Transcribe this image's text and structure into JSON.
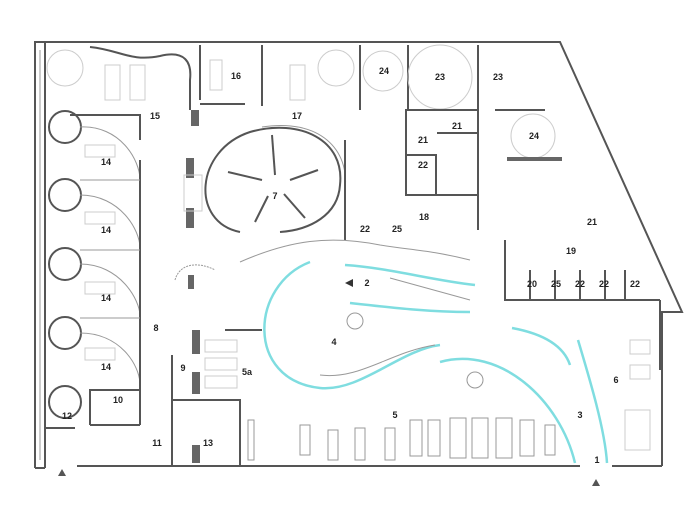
{
  "plan": {
    "rooms": [
      "15",
      "16",
      "17",
      "24",
      "23",
      "23",
      "21",
      "21",
      "24",
      "22",
      "14",
      "14",
      "14",
      "14",
      "7",
      "22",
      "25",
      "18",
      "21",
      "19",
      "20",
      "25",
      "22",
      "22",
      "22",
      "2",
      "8",
      "4",
      "9",
      "5a",
      "6",
      "10",
      "12",
      "3",
      "5",
      "11",
      "13",
      "1"
    ],
    "colors": {
      "walls": "#555555",
      "glass": "#7fdde0",
      "furniture": "#999999"
    },
    "icons": [
      "entrance-arrow-icon",
      "entrance-arrow-icon",
      "direction-arrow-icon"
    ]
  }
}
